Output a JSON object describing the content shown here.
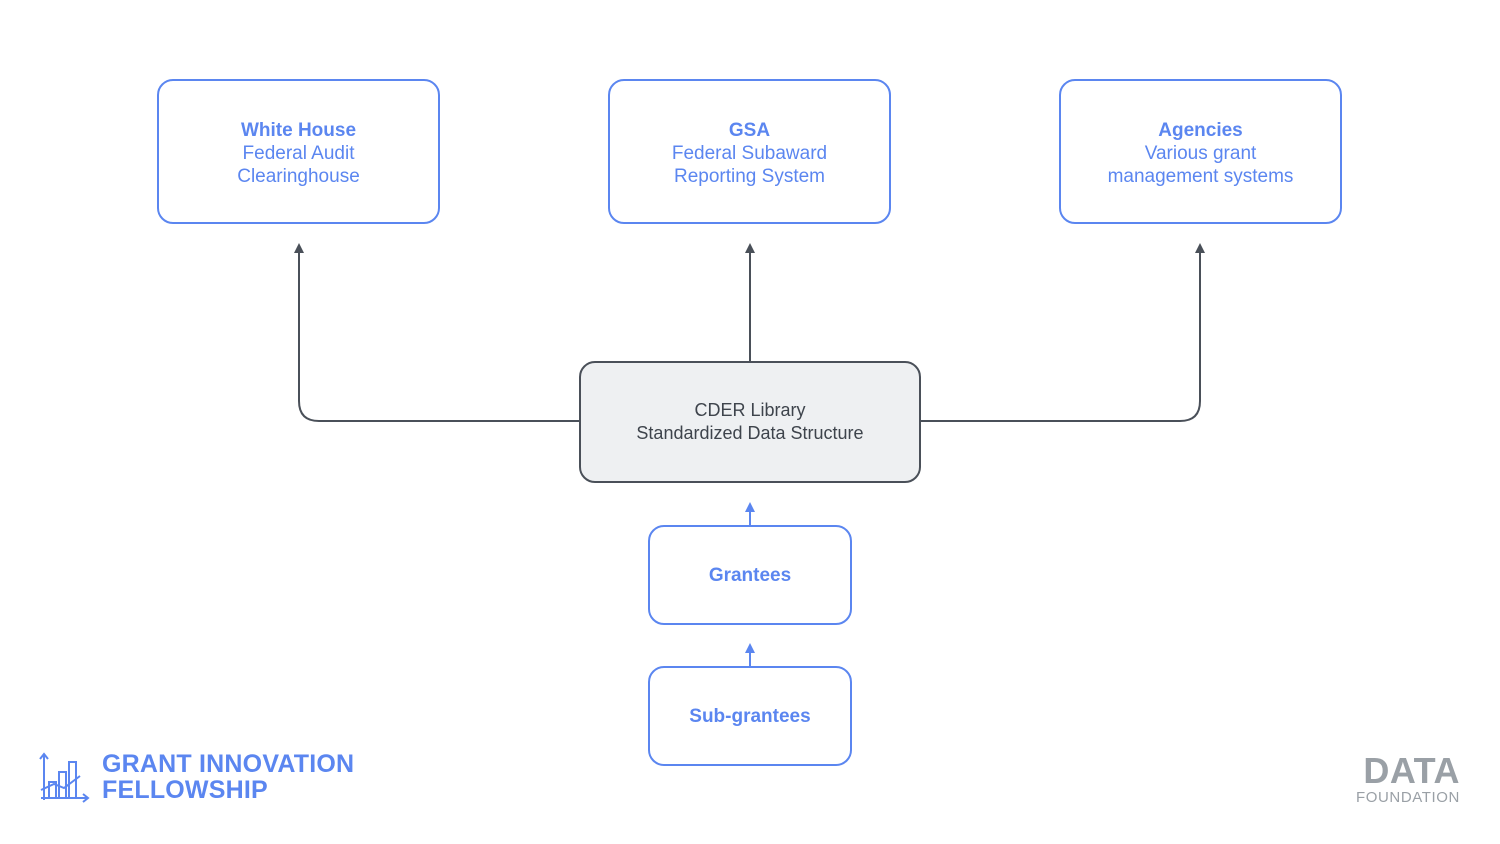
{
  "diagram": {
    "top_boxes": [
      {
        "title": "White House",
        "lines": [
          "Federal Audit",
          "Clearinghouse"
        ]
      },
      {
        "title": "GSA",
        "lines": [
          "Federal Subaward",
          "Reporting System"
        ]
      },
      {
        "title": "Agencies",
        "lines": [
          "Various grant",
          "management systems"
        ]
      }
    ],
    "center_box": {
      "lines": [
        "CDER Library",
        "Standardized Data Structure"
      ]
    },
    "grantees_box": {
      "title": "Grantees"
    },
    "subgrantees_box": {
      "title": "Sub-grantees"
    }
  },
  "branding": {
    "left_logo": {
      "lines": [
        "GRANT INNOVATION",
        "FELLOWSHIP"
      ]
    },
    "right_logo": {
      "big": "DATA",
      "small": "FOUNDATION"
    }
  },
  "colors": {
    "accent_blue": "#5b86f0",
    "dark_line": "#4a5059",
    "center_fill": "#eef0f2",
    "logo_gray": "#9aa0a6"
  }
}
